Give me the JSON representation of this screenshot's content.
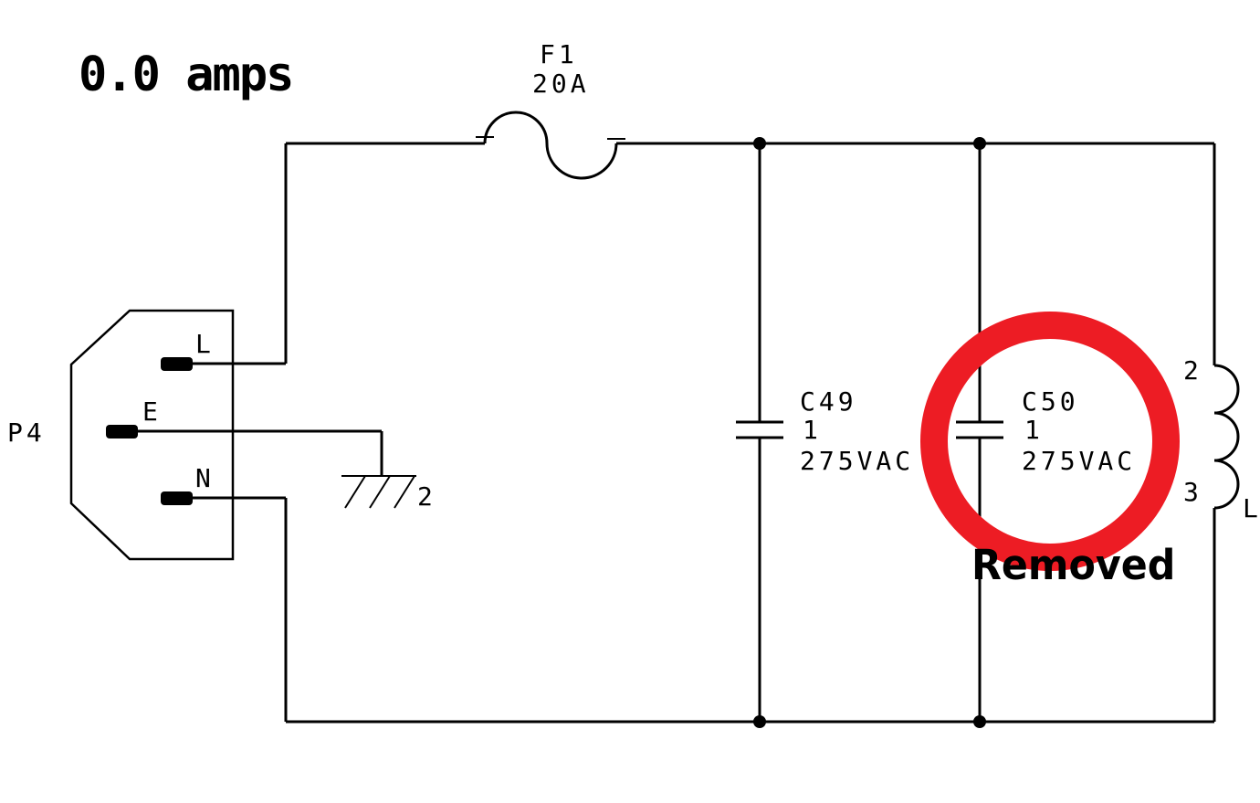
{
  "colors": {
    "background": "#ffffff",
    "wire": "#000000",
    "text": "#000000",
    "annotation_red": "#ed1c24"
  },
  "annotations": {
    "current_reading": "0.0 amps",
    "removed_label": "Removed"
  },
  "fuse": {
    "ref": "F1",
    "rating": "20A"
  },
  "plug": {
    "ref": "P4",
    "pin_live": "L",
    "pin_earth": "E",
    "pin_neutral": "N"
  },
  "ground": {
    "pin": "2"
  },
  "c49": {
    "ref": "C49",
    "pin": "1",
    "rating": "275VAC"
  },
  "c50": {
    "ref": "C50",
    "pin": "1",
    "rating": "275VAC"
  },
  "inductor": {
    "ref": "L",
    "pin_top": "2",
    "pin_bottom": "3"
  }
}
